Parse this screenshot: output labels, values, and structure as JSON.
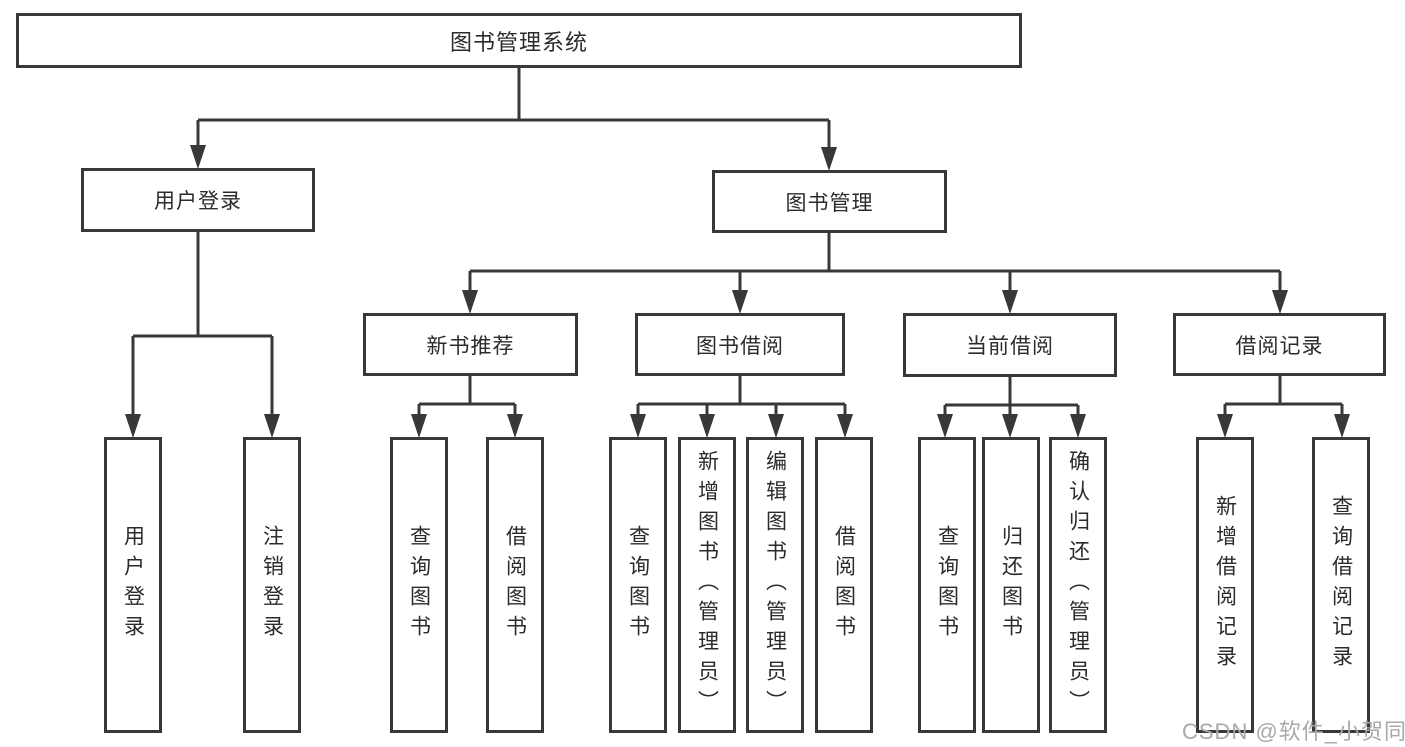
{
  "diagram": {
    "root": {
      "label": "图书管理系统"
    },
    "level2": {
      "user_login": {
        "label": "用户登录"
      },
      "book_mgmt": {
        "label": "图书管理"
      }
    },
    "level3": {
      "new_books": {
        "label": "新书推荐"
      },
      "book_borrow": {
        "label": "图书借阅"
      },
      "current_borrow": {
        "label": "当前借阅"
      },
      "borrow_records": {
        "label": "借阅记录"
      }
    },
    "leaves": {
      "user_login": "用户登录",
      "logout": "注销登录",
      "nb_query_books": "查询图书",
      "nb_borrow_books": "借阅图书",
      "bb_query_books": "查询图书",
      "bb_add_books": "新增图书（管理员）",
      "bb_edit_books": "编辑图书（管理员）",
      "bb_borrow_books": "借阅图书",
      "cb_query_books": "查询图书",
      "cb_return_books": "归还图书",
      "cb_confirm_return": "确认归还（管理员）",
      "br_add_record": "新增借阅记录",
      "br_query_record": "查询借阅记录"
    },
    "colors": {
      "line": "#383838",
      "text": "#2b2b2b",
      "watermark": "#a9a9a9",
      "background": "#ffffff"
    }
  },
  "watermark": {
    "text": "CSDN @软件_小贺同学"
  }
}
